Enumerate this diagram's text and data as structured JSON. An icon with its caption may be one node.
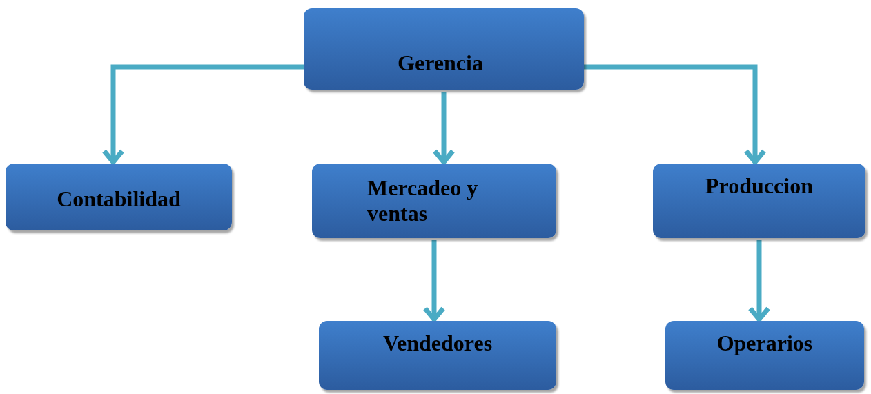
{
  "diagram": {
    "nodes": [
      {
        "text": [
          "Gerencia"
        ]
      },
      {
        "text": [
          "Contabilidad"
        ]
      },
      {
        "text": [
          "Mercadeo y ventas"
        ]
      },
      {
        "text": [
          "Produccion"
        ]
      },
      {
        "text": [
          "Vendedores"
        ]
      },
      {
        "text": [
          "Operarios"
        ]
      }
    ],
    "edges": [
      {
        "from": 0,
        "to": 1,
        "arrow": "to"
      },
      {
        "from": 0,
        "to": 2,
        "arrow": "to"
      },
      {
        "from": 0,
        "to": 3,
        "arrow": "to"
      },
      {
        "from": 2,
        "to": 4,
        "arrow": "to"
      },
      {
        "from": 3,
        "to": 5,
        "arrow": "to"
      }
    ]
  }
}
